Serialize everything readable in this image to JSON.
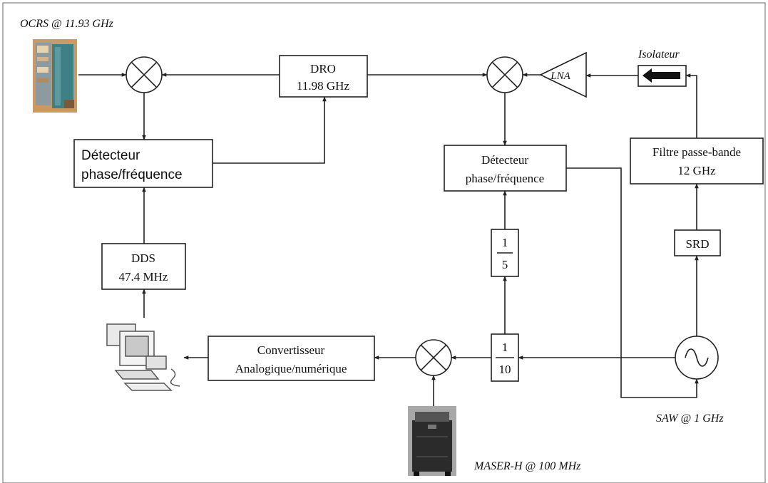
{
  "labels": {
    "ocrs": "OCRS @ 11.93 GHz",
    "isolateur": "Isolateur",
    "saw": "SAW @ 1 GHz",
    "maser": "MASER-H @ 100 MHz",
    "lna": "LNA"
  },
  "blocks": {
    "dro": [
      "DRO",
      "11.98 GHz"
    ],
    "detector_left": [
      "Détecteur",
      "phase/fréquence"
    ],
    "detector_right": [
      "Détecteur",
      "phase/fréquence"
    ],
    "dds": [
      "DDS",
      "47.4 MHz"
    ],
    "filter": [
      "Filtre passe-bande",
      "12 GHz"
    ],
    "srd": "SRD",
    "div5": {
      "num": "1",
      "den": "5"
    },
    "div10": {
      "num": "1",
      "den": "10"
    },
    "adc": [
      "Convertisseur",
      "Analogique/numérique"
    ]
  },
  "colors": {
    "line": "#222222",
    "ocrs_photo": "#3f7f86",
    "maser_photo": "#2b2b2b",
    "isolator_arrow": "#111111"
  },
  "icons": {
    "computer": "computer-icon",
    "mixer": "mixer-icon",
    "oscillator": "sine-source-icon",
    "amplifier": "amplifier-icon"
  }
}
